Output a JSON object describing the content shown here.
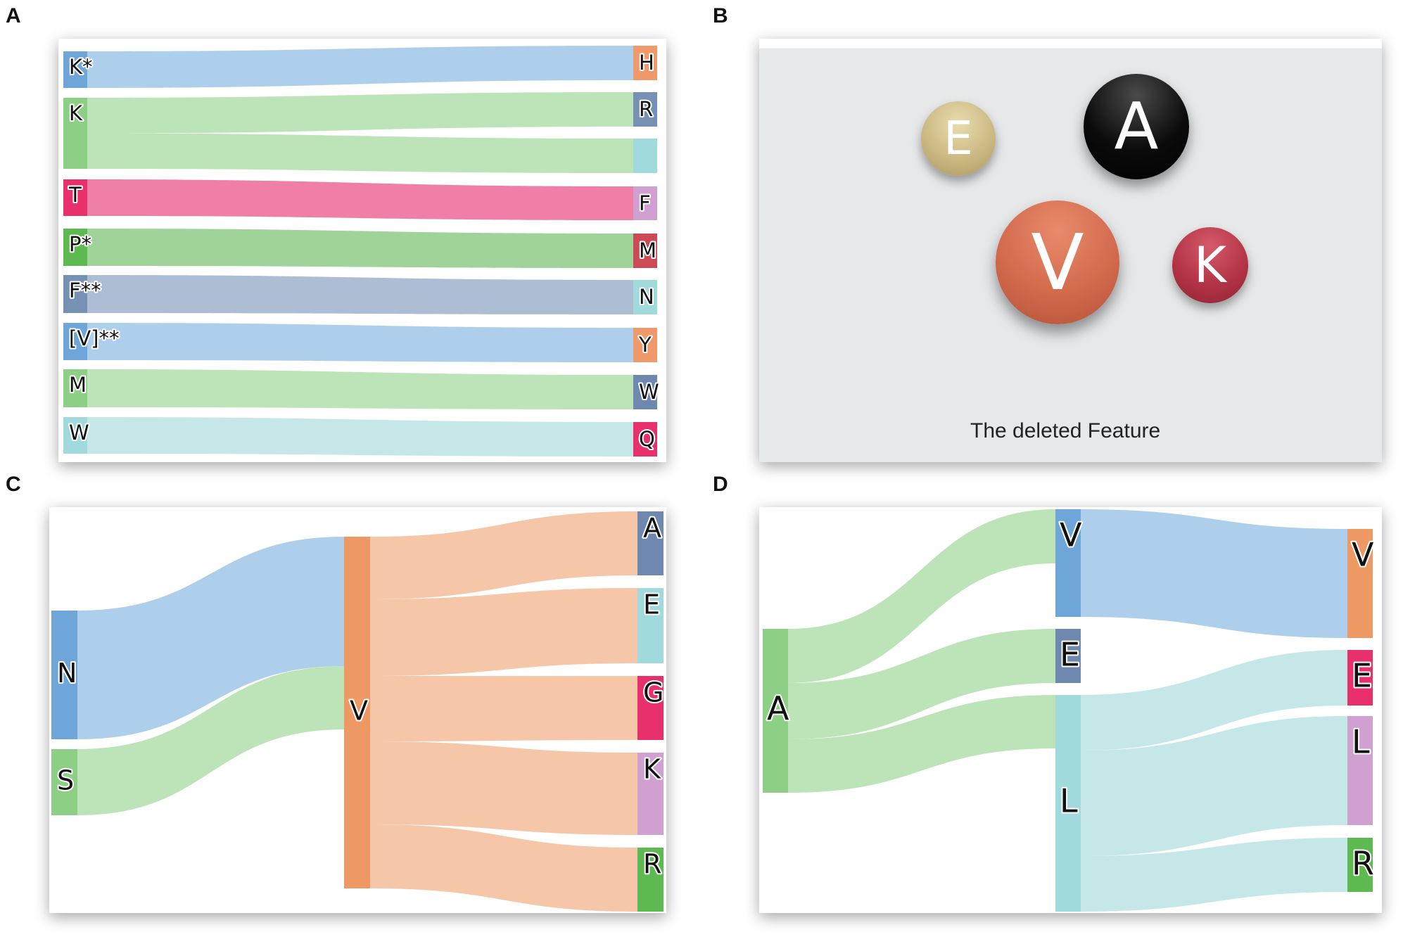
{
  "panels": [
    {
      "letter": "A"
    },
    {
      "letter": "B"
    },
    {
      "letter": "C"
    },
    {
      "letter": "D"
    }
  ],
  "panel_a": {
    "left_nodes": [
      {
        "label": "K*",
        "color": "#6fa6da"
      },
      {
        "label": "K",
        "color": "#8ecf86"
      },
      {
        "label": "T",
        "color": "#e8306d"
      },
      {
        "label": "P*",
        "color": "#5dba50"
      },
      {
        "label": "F**",
        "color": "#7791b5"
      },
      {
        "label": "[V]**",
        "color": "#6fa6da"
      },
      {
        "label": "M",
        "color": "#8ecf86"
      },
      {
        "label": "W",
        "color": "#a0dadc"
      }
    ],
    "right_nodes": [
      {
        "label": "H",
        "color": "#f0996a"
      },
      {
        "label": "R",
        "color": "#7791b5"
      },
      {
        "label": "",
        "color": "#a0dadc"
      },
      {
        "label": "F",
        "color": "#d0a0d0"
      },
      {
        "label": "M",
        "color": "#cc4a55"
      },
      {
        "label": "N",
        "color": "#a0dadc"
      },
      {
        "label": "Y",
        "color": "#f0996a"
      },
      {
        "label": "W",
        "color": "#6f88b0"
      },
      {
        "label": "Q",
        "color": "#e8306d"
      }
    ],
    "links": [
      {
        "from": 0,
        "to": 0,
        "color": "#aecfec"
      },
      {
        "from": 1,
        "to": 1,
        "color": "#bde3b8"
      },
      {
        "from": 1,
        "to": 2,
        "color": "#bde3b8"
      },
      {
        "from": 2,
        "to": 3,
        "color": "#f07fa8"
      },
      {
        "from": 3,
        "to": 4,
        "color": "#a0d39a"
      },
      {
        "from": 4,
        "to": 5,
        "color": "#adbdd3"
      },
      {
        "from": 5,
        "to": 6,
        "color": "#aecfec"
      },
      {
        "from": 6,
        "to": 7,
        "color": "#bde3b8"
      },
      {
        "from": 7,
        "to": 8,
        "color": "#c6e7e8"
      }
    ]
  },
  "panel_b": {
    "bubbles": [
      {
        "label": "E",
        "color": "#c9b67f"
      },
      {
        "label": "A",
        "color": "#0b0b0b"
      },
      {
        "label": "V",
        "color": "#d36a4c"
      },
      {
        "label": "K",
        "color": "#b43446"
      }
    ],
    "caption": "The deleted Feature"
  },
  "panel_c": {
    "nodes": [
      {
        "label": "N",
        "color": "#6fa6da"
      },
      {
        "label": "S",
        "color": "#8ecf86"
      },
      {
        "label": "V",
        "color": "#ee9964"
      },
      {
        "label": "A",
        "color": "#6f88b0"
      },
      {
        "label": "E",
        "color": "#a0dadc"
      },
      {
        "label": "G",
        "color": "#e8306d"
      },
      {
        "label": "K",
        "color": "#d0a0d0"
      },
      {
        "label": "R",
        "color": "#5dba50"
      }
    ],
    "links": [
      {
        "from": "N",
        "to": "V",
        "color": "#aecfec"
      },
      {
        "from": "S",
        "to": "V",
        "color": "#bde3b8"
      },
      {
        "from": "V",
        "to": "A",
        "color": "#f5c6a8"
      },
      {
        "from": "V",
        "to": "E",
        "color": "#f5c6a8"
      },
      {
        "from": "V",
        "to": "G",
        "color": "#f5c6a8"
      },
      {
        "from": "V",
        "to": "K",
        "color": "#f5c6a8"
      },
      {
        "from": "V",
        "to": "R",
        "color": "#f5c6a8"
      }
    ]
  },
  "panel_d": {
    "nodes": [
      {
        "label": "A",
        "color": "#8ecf86"
      },
      {
        "label": "V",
        "color": "#6fa6da"
      },
      {
        "label": "E",
        "color": "#6f88b0"
      },
      {
        "label": "L",
        "color": "#a0dadc"
      },
      {
        "label": "V",
        "color": "#ee9964"
      },
      {
        "label": "E",
        "color": "#e8306d"
      },
      {
        "label": "L",
        "color": "#d0a0d0"
      },
      {
        "label": "R",
        "color": "#5dba50"
      }
    ],
    "links": [
      {
        "from": 0,
        "to": 1,
        "color": "#bde3b8"
      },
      {
        "from": 0,
        "to": 2,
        "color": "#bde3b8"
      },
      {
        "from": 0,
        "to": 3,
        "color": "#bde3b8"
      },
      {
        "from": 1,
        "to": 4,
        "color": "#aecfec"
      },
      {
        "from": 3,
        "to": 5,
        "color": "#c6e7e8"
      },
      {
        "from": 3,
        "to": 6,
        "color": "#c6e7e8"
      },
      {
        "from": 3,
        "to": 7,
        "color": "#c6e7e8"
      }
    ]
  }
}
